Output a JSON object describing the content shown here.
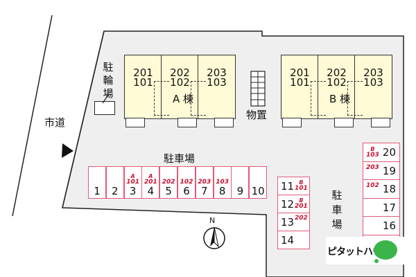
{
  "map": {
    "road_label": "市道",
    "bicycle_parking": [
      "駐",
      "輪",
      "場"
    ],
    "storage_label": "物置",
    "parking_top_label": "駐車場",
    "parking_right_label": [
      "駐",
      "車",
      "場"
    ],
    "compass_label": "N",
    "building_a": {
      "name": "A 棟",
      "units": [
        {
          "top": "201",
          "bottom": "101"
        },
        {
          "top": "202",
          "bottom": "102"
        },
        {
          "top": "203",
          "bottom": "103"
        }
      ]
    },
    "building_b": {
      "name": "B 棟",
      "units": [
        {
          "top": "201",
          "bottom": "101"
        },
        {
          "top": "202",
          "bottom": "102"
        },
        {
          "top": "203",
          "bottom": "103"
        }
      ]
    },
    "parking_row": [
      {
        "num": "1",
        "tag": "",
        "bld": ""
      },
      {
        "num": "2",
        "tag": "",
        "bld": ""
      },
      {
        "num": "3",
        "tag": "101",
        "bld": "A"
      },
      {
        "num": "4",
        "tag": "201",
        "bld": "A"
      },
      {
        "num": "5",
        "tag": "202",
        "bld": ""
      },
      {
        "num": "6",
        "tag": "102",
        "bld": ""
      },
      {
        "num": "7",
        "tag": "203",
        "bld": ""
      },
      {
        "num": "8",
        "tag": "103",
        "bld": ""
      },
      {
        "num": "9",
        "tag": "",
        "bld": ""
      },
      {
        "num": "10",
        "tag": "",
        "bld": ""
      }
    ],
    "parking_middle": [
      {
        "num": "11",
        "tag": "101",
        "bld": "B"
      },
      {
        "num": "12",
        "tag": "201",
        "bld": "B"
      },
      {
        "num": "13",
        "tag": "202",
        "bld": ""
      },
      {
        "num": "14",
        "tag": "",
        "bld": ""
      }
    ],
    "parking_right": [
      {
        "num": "20",
        "tag": "103",
        "bld": "B"
      },
      {
        "num": "19",
        "tag": "203",
        "bld": ""
      },
      {
        "num": "18",
        "tag": "102",
        "bld": ""
      },
      {
        "num": "17",
        "tag": "",
        "bld": ""
      },
      {
        "num": "16",
        "tag": "",
        "bld": ""
      }
    ]
  },
  "brand": {
    "name": "ピタットハウス",
    "color": "#3bb54a"
  },
  "colors": {
    "ground": "#efefef",
    "building_fill": "#fffbd6",
    "parking_border": "#e05a78",
    "parking_tag": "#c8102e"
  }
}
